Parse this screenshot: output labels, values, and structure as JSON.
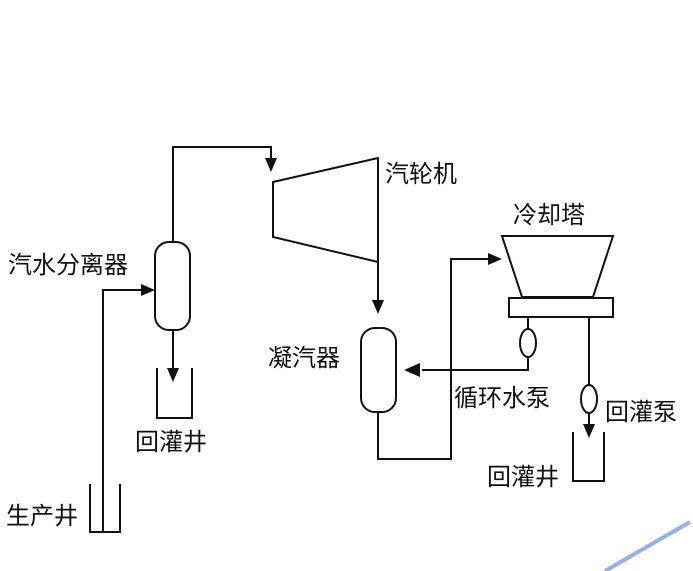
{
  "labels": {
    "separator": "汽水分离器",
    "turbine": "汽轮机",
    "cooling_tower": "冷却塔",
    "condenser": "凝汽器",
    "circulation_pump": "循环水泵",
    "reinjection_pump": "回灌泵",
    "reinjection_well_left": "回灌井",
    "reinjection_well_right": "回灌井",
    "production_well": "生产井"
  },
  "colors": {
    "line": "#111111",
    "background": "#ffffff",
    "accent": "#6a8fd8"
  }
}
